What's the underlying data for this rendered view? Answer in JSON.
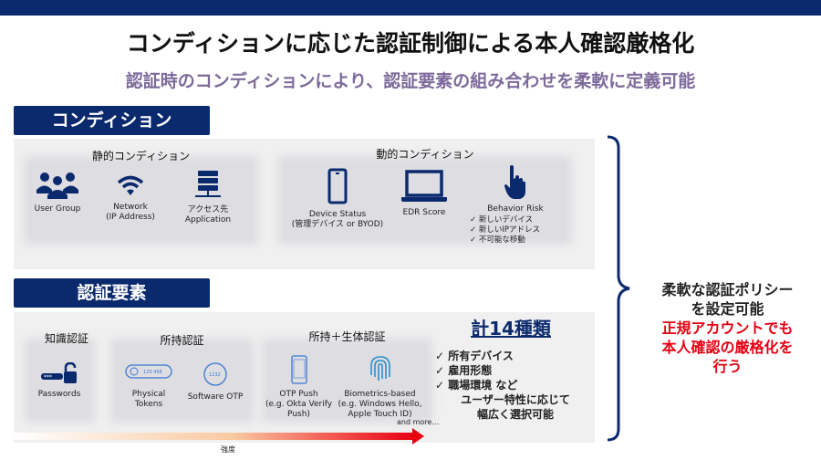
{
  "title": "コンディションに応じた認証制御による本人確認厳格化",
  "subtitle": "認証時のコンディションにより、認証要素の組み合わせを柔軟に定義可能",
  "conditions": {
    "label": "コンディション",
    "static": {
      "title": "静的コンディション",
      "items": [
        {
          "label": "User Group"
        },
        {
          "label": "Network",
          "sub": "(IP Address)"
        },
        {
          "label": "アクセス先",
          "sub": "Application"
        }
      ]
    },
    "dynamic": {
      "title": "動的コンディション",
      "items": [
        {
          "label": "Device Status",
          "sub": "(管理デバイス or BYOD)"
        },
        {
          "label": "EDR Score"
        },
        {
          "label": "Behavior Risk"
        }
      ],
      "risks": [
        "✓ 新しいデバイス",
        "✓ 新しいIPアドレス",
        "✓ 不可能な移動"
      ]
    }
  },
  "factors": {
    "label": "認証要素",
    "knowledge": {
      "title": "知識認証",
      "items": [
        {
          "label": "Passwords"
        }
      ]
    },
    "possession": {
      "title": "所持認証",
      "items": [
        {
          "label": "Physical",
          "sub": "Tokens",
          "token_text": "123 456"
        },
        {
          "label": "Software OTP",
          "token_text": "1232"
        }
      ]
    },
    "bio": {
      "title": "所持＋生体認証",
      "items": [
        {
          "label": "OTP Push",
          "sub": "(e.g. Okta Verify",
          "sub2": "Push)"
        },
        {
          "label": "Biometrics-based",
          "sub": "(e.g. Windows Hello,",
          "sub2": "Apple Touch ID)"
        }
      ]
    },
    "and_more": "and more…",
    "strength": "強度",
    "total": "計14種類",
    "checks": [
      "✓ 所有デバイス",
      "✓ 雇用形態",
      "✓ 職場環境 など"
    ],
    "note": [
      "ユーザー特性に応じて",
      "幅広く選択可能"
    ]
  },
  "right": {
    "line1": "柔軟な認証ポリシー",
    "line2": "を設定可能",
    "red1": "正規アカウントでも",
    "red2": "本人確認の厳格化を",
    "red3": "行う"
  },
  "colors": {
    "navy": "#0b2a6e",
    "red": "#e60012",
    "purple": "#7d6a9b"
  }
}
